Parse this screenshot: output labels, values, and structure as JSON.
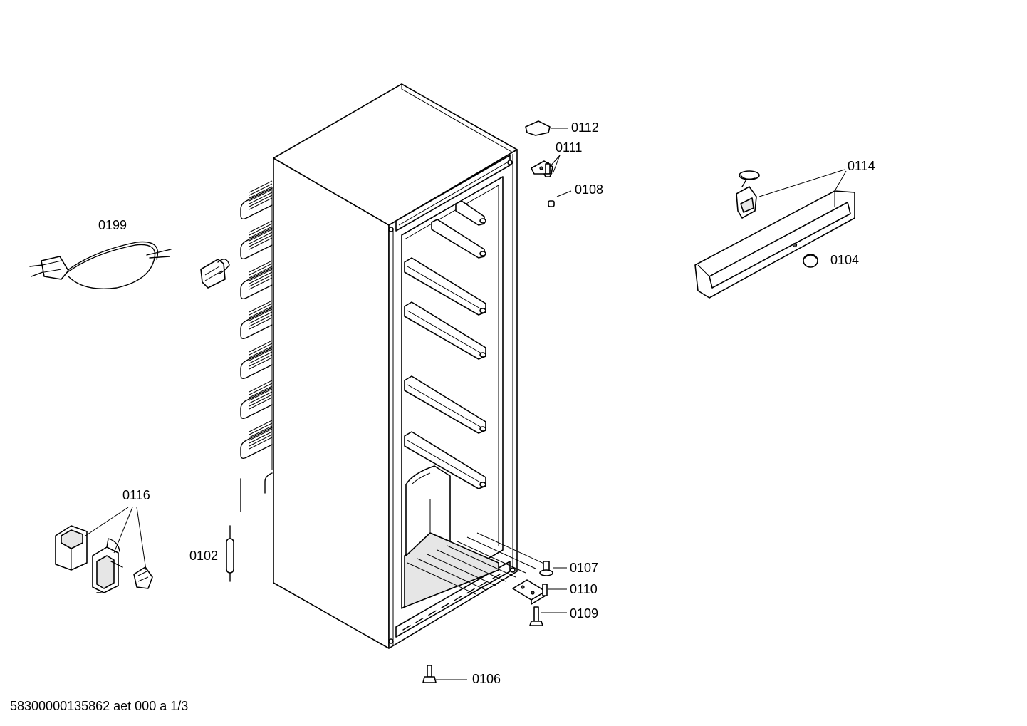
{
  "labels": {
    "p0112": "0112",
    "p0111": "0111",
    "p0108": "0108",
    "p0114": "0114",
    "p0104": "0104",
    "p0199": "0199",
    "p0116": "0116",
    "p0102": "0102",
    "p0107": "0107",
    "p0110": "0110",
    "p0109": "0109",
    "p0106": "0106"
  },
  "footer": {
    "document_id": "58300000135862 aet 000 a 1/3"
  }
}
